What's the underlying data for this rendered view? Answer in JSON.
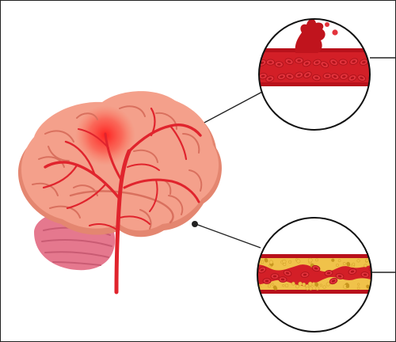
{
  "diagram": {
    "subject": "stroke",
    "colors": {
      "brain": "#f4a08b",
      "brain_shadow": "#e48670",
      "brain_fold": "#d9705e",
      "cerebellum": "#e5788e",
      "cerebellum_fold": "#c95b73",
      "artery": "#e0242d",
      "hotspot": "#ff1a1a",
      "vessel_wall": "#b8111b",
      "vessel_lumen": "#d31f27",
      "blood_cell": "#e3333c",
      "blood_cell_core": "#b0141c",
      "plaque": "#f0c24a",
      "plaque_dark": "#c8961f",
      "pointer": "#222222"
    },
    "callouts": [
      {
        "name": "hemorrhagic-stroke-inset",
        "shows": "ruptured-vessel-bleeding"
      },
      {
        "name": "ischemic-stroke-inset",
        "shows": "plaque-narrowed-vessel"
      }
    ]
  }
}
